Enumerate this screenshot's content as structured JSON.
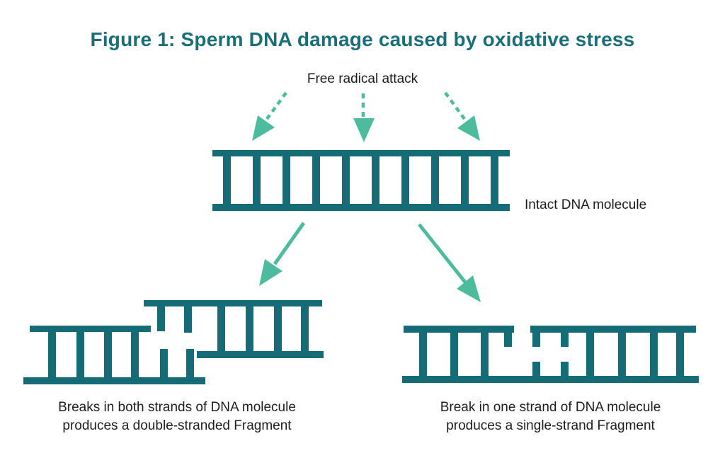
{
  "figure": {
    "title": "Figure 1: Sperm DNA damage caused by oxidative stress",
    "labels": {
      "free_radical_attack": "Free radical attack",
      "intact_dna": "Intact DNA molecule",
      "double_strand_caption_line1": "Breaks in both strands of DNA molecule",
      "double_strand_caption_line2": "produces a double-stranded Fragment",
      "single_strand_caption_line1": "Break in one strand of DNA molecule",
      "single_strand_caption_line2": "produces a single-strand Fragment"
    },
    "colors": {
      "dna_teal": "#156b76",
      "arrow_green": "#4cbb9e",
      "title_teal": "#196e78",
      "text_dark": "#1d1d1b",
      "background": "#ffffff"
    }
  }
}
